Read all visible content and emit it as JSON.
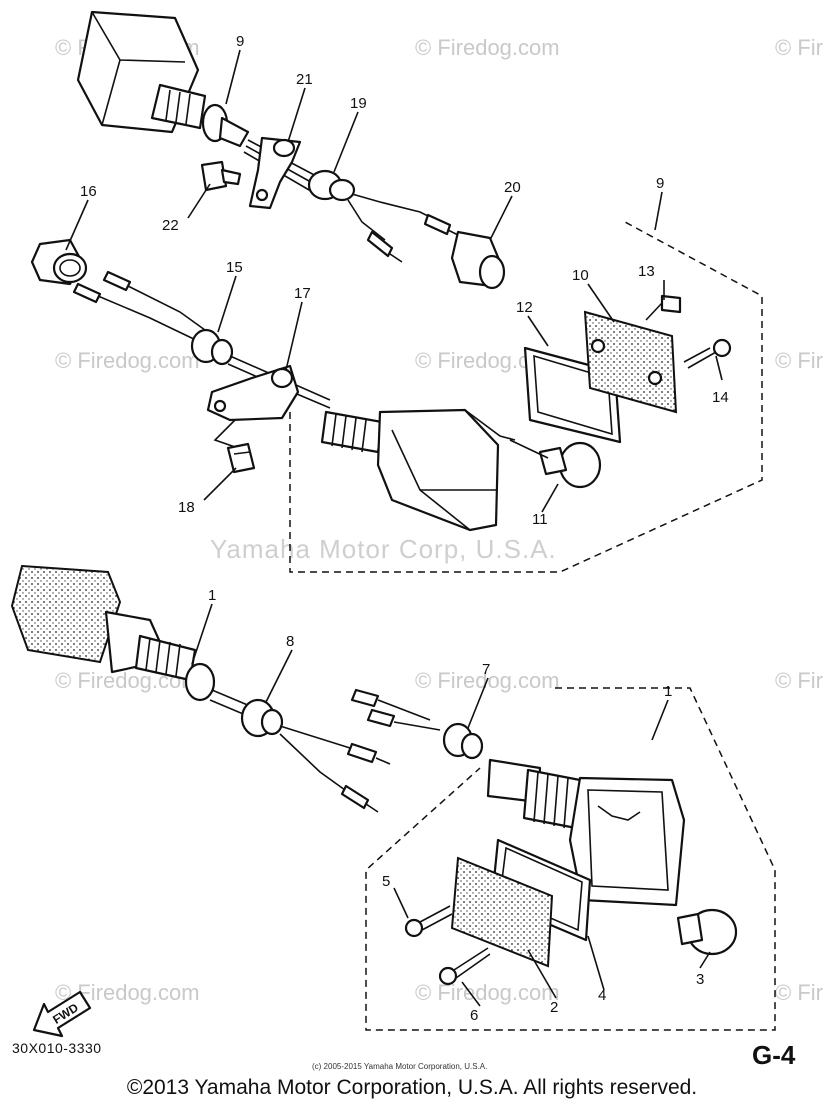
{
  "watermarks": {
    "site": "© Firedog.com",
    "manufacturer": "Yamaha Motor Corp, U.S.A."
  },
  "callouts": {
    "c1a": "1",
    "c1b": "1",
    "c2": "2",
    "c3": "3",
    "c4": "4",
    "c5": "5",
    "c6": "6",
    "c7": "7",
    "c8": "8",
    "c9a": "9",
    "c9b": "9",
    "c10": "10",
    "c11": "11",
    "c12": "12",
    "c13": "13",
    "c14": "14",
    "c15": "15",
    "c16": "16",
    "c17": "17",
    "c18": "18",
    "c19": "19",
    "c20": "20",
    "c21": "21",
    "c22": "22"
  },
  "fwd_label": "FWD",
  "figure_code": "30X010-3330",
  "small_copyright": "(c) 2005-2015 Yamaha Motor Corporation, U.S.A.",
  "page_ref": "G-4",
  "footer_copyright": "©2013 Yamaha Motor Corporation, U.S.A. All rights reserved."
}
